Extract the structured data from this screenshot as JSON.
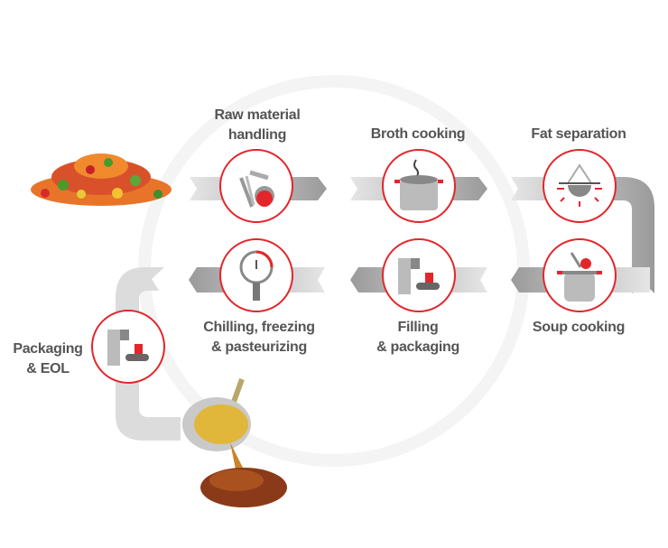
{
  "steps": [
    {
      "id": "raw",
      "label_line1": "Raw material",
      "label_line2": "handling",
      "icon": "meat-vegetables-icon"
    },
    {
      "id": "broth",
      "label_line1": "Broth cooking",
      "icon": "boiling-pot-icon"
    },
    {
      "id": "fat",
      "label_line1": "Fat separation",
      "icon": "fat-separator-icon"
    },
    {
      "id": "soup",
      "label_line1": "Soup cooking",
      "icon": "soup-pot-icon"
    },
    {
      "id": "filling",
      "label_line1": "Filling",
      "label_line2": "& packaging",
      "icon": "filling-machine-icon"
    },
    {
      "id": "chilling",
      "label_line1": "Chilling, freezing",
      "label_line2": "& pasteurizing",
      "icon": "thermometer-gauge-icon"
    },
    {
      "id": "packaging",
      "label_line1": "Packaging",
      "label_line2": "& EOL",
      "icon": "packaging-machine-icon"
    }
  ],
  "colors": {
    "accent": "#e3262b",
    "text": "#555555",
    "arrow": "#c8c8c8"
  }
}
